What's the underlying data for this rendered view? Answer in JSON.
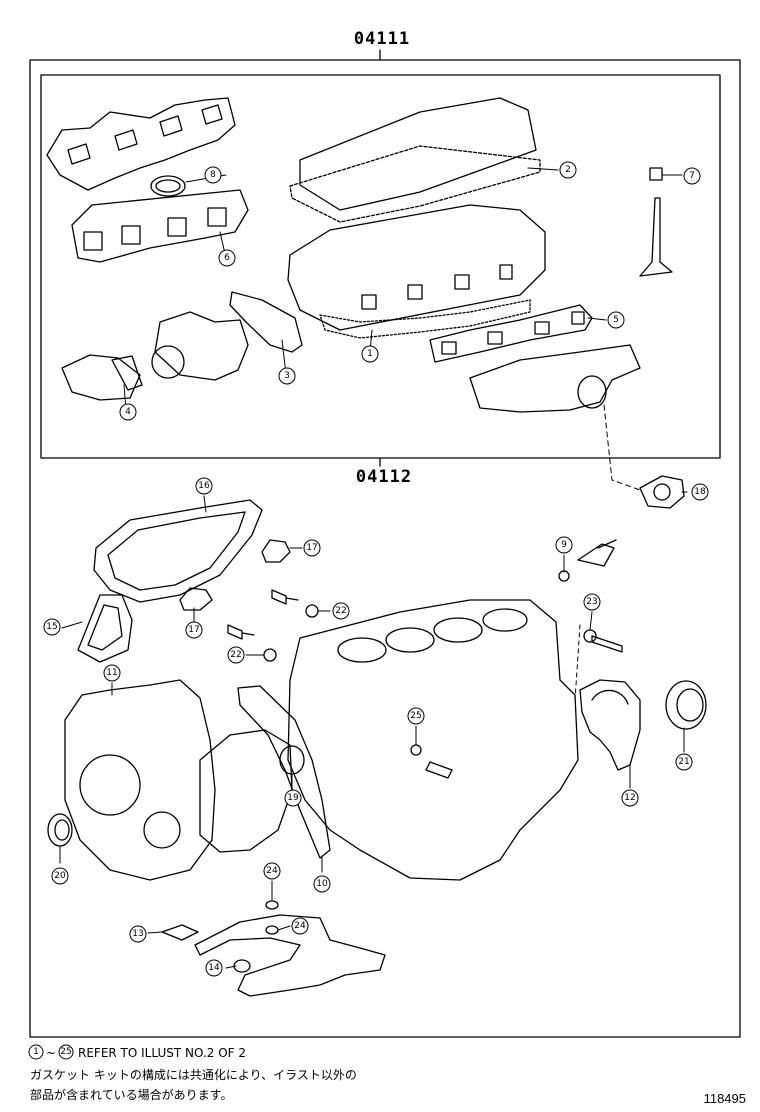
{
  "kits": {
    "upper": "04111",
    "lower": "04112"
  },
  "callouts": [
    {
      "id": "c1",
      "label": "1"
    },
    {
      "id": "c2",
      "label": "2"
    },
    {
      "id": "c3",
      "label": "3"
    },
    {
      "id": "c4",
      "label": "4"
    },
    {
      "id": "c5",
      "label": "5"
    },
    {
      "id": "c6",
      "label": "6"
    },
    {
      "id": "c7",
      "label": "7"
    },
    {
      "id": "c8",
      "label": "8"
    },
    {
      "id": "c9",
      "label": "9"
    },
    {
      "id": "c10",
      "label": "10"
    },
    {
      "id": "c11",
      "label": "11"
    },
    {
      "id": "c12",
      "label": "12"
    },
    {
      "id": "c13",
      "label": "13"
    },
    {
      "id": "c14",
      "label": "14"
    },
    {
      "id": "c15",
      "label": "15"
    },
    {
      "id": "c16",
      "label": "16"
    },
    {
      "id": "c17a",
      "label": "17"
    },
    {
      "id": "c17b",
      "label": "17"
    },
    {
      "id": "c18",
      "label": "18"
    },
    {
      "id": "c19",
      "label": "19"
    },
    {
      "id": "c20",
      "label": "20"
    },
    {
      "id": "c21",
      "label": "21"
    },
    {
      "id": "c22a",
      "label": "22"
    },
    {
      "id": "c22b",
      "label": "22"
    },
    {
      "id": "c23",
      "label": "23"
    },
    {
      "id": "c24a",
      "label": "24"
    },
    {
      "id": "c24b",
      "label": "24"
    },
    {
      "id": "c25",
      "label": "25"
    }
  ],
  "footer": {
    "range_from": "1",
    "range_sep": "~",
    "range_to": "25",
    "refer_text": "REFER TO ILLUST NO.2 OF 2",
    "jp_line1": "ガスケット キットの構成には共通化により、イラスト以外の",
    "jp_line2": "部品が含まれている場合があります。",
    "figure_number": "118495"
  }
}
